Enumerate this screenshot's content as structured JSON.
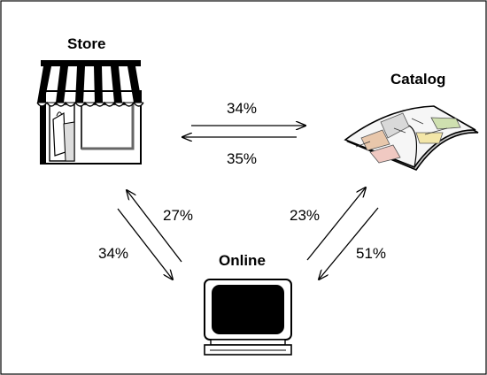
{
  "nodes": {
    "store": {
      "label": "Store",
      "icon": "storefront-icon"
    },
    "catalog": {
      "label": "Catalog",
      "icon": "open-catalog-icon"
    },
    "online": {
      "label": "Online",
      "icon": "computer-monitor-icon"
    }
  },
  "flows": {
    "store_to_catalog": "34%",
    "catalog_to_store": "35%",
    "online_to_store": "27%",
    "store_to_online": "34%",
    "online_to_catalog": "23%",
    "catalog_to_online": "51%"
  },
  "colors": {
    "line": "#000000",
    "background": "#ffffff"
  }
}
